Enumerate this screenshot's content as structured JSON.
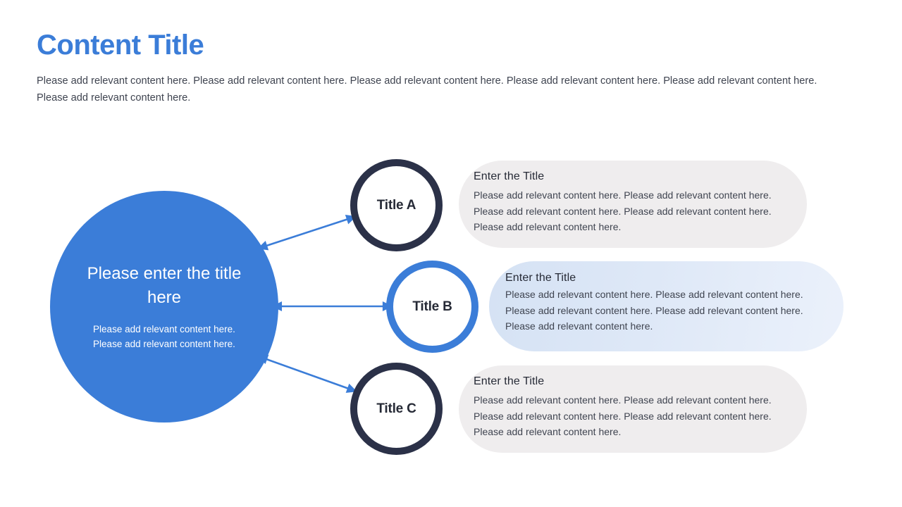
{
  "header": {
    "title": "Content Title",
    "subtitle": "Please add relevant content here. Please add relevant content here. Please add relevant content here. Please add relevant content here. Please add relevant content here. Please add relevant content here."
  },
  "hub": {
    "title": "Please enter the title here",
    "body": "Please add relevant content here. Please add relevant content here.",
    "color": "#3B7DD8"
  },
  "nodes": [
    {
      "label": "Title A",
      "ring_color": "#2B3148"
    },
    {
      "label": "Title B",
      "ring_color": "#3B7DD8"
    },
    {
      "label": "Title C",
      "ring_color": "#2B3148"
    }
  ],
  "panels": [
    {
      "title": "Enter the Title",
      "body": "Please add relevant content here. Please add relevant content here. Please add relevant content here. Please add relevant content here. Please add relevant content here.",
      "background": "#EFEDEE"
    },
    {
      "title": "Enter the Title",
      "body": "Please add relevant content here. Please add relevant content here. Please add relevant content here. Please add relevant content here. Please add relevant content here.",
      "background": "#DCE6F6"
    },
    {
      "title": "Enter the Title",
      "body": "Please add relevant content here. Please add relevant content here. Please add relevant content here. Please add relevant content here. Please add relevant content here.",
      "background": "#EFEDEE"
    }
  ],
  "connectors": {
    "color": "#3B7DD8",
    "style": "double-headed-arrow",
    "count": 3
  }
}
